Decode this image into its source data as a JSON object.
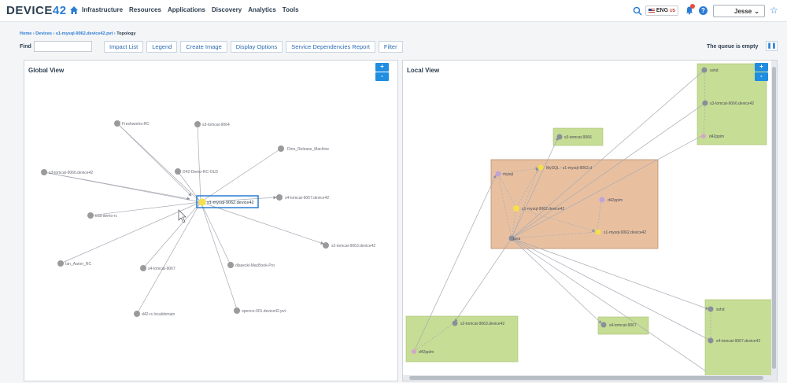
{
  "header": {
    "logo_text": "DEVICE",
    "logo_num": "42",
    "nav": [
      "Infrastructure",
      "Resources",
      "Applications",
      "Discovery",
      "Analytics",
      "Tools"
    ],
    "lang": "ENG",
    "lang_region": "US",
    "user": "Jesse"
  },
  "breadcrumb": {
    "home": "Home",
    "devices": "Devices",
    "device": "s1-mysql-9062.device42.pvt",
    "current": "Topology"
  },
  "find": {
    "label": "Find",
    "value": ""
  },
  "toolbar": [
    "Impact List",
    "Legend",
    "Create Image",
    "Display Options",
    "Service Dependencies Report",
    "Filter"
  ],
  "queue_text": "The queue is empty",
  "global_view": {
    "title": "Global View",
    "zoom_in": "+",
    "zoom_out": "-",
    "center": {
      "label": "s1-mysql-9062.device42"
    },
    "nodes": [
      {
        "label": "Freshworks-RC"
      },
      {
        "label": "s3-tomcat-9064"
      },
      {
        "label": "Dino_Release_Machine"
      },
      {
        "label": "s3-tomcat-9066.device42"
      },
      {
        "label": "D42-Demo-RC-OLD"
      },
      {
        "label": "s4-tomcat-9067.device42"
      },
      {
        "label": "trial-demo-rc"
      },
      {
        "label": "s2-tomcat-9063.device42"
      },
      {
        "label": "Ian_Aaron_RC"
      },
      {
        "label": "s4-tomcat-9067"
      },
      {
        "label": "dlasecki-MacBook-Pro"
      },
      {
        "label": "d42-rc.localdomain"
      },
      {
        "label": "openco-001.device42.pvt"
      }
    ]
  },
  "local_view": {
    "title": "Local View",
    "zoom_in": "+",
    "zoom_out": "-",
    "labels": {
      "sshd_top": "sshd",
      "tomcat_9066": "s3-tomcat-9066.device42",
      "d42ppim_top": "d42ppim",
      "s3_tomcat_9066": "s3-tomcat-9066",
      "mysql": "mysql",
      "mysql_db": "MySQL - s1-mysql-9062.d",
      "s1_mysql_left": "s1-mysql-9062.device42",
      "d42ppim_mid": "d42ppim",
      "s1_mysql_right": "s1-mysql-9062.device42",
      "java": "java",
      "s2_tomcat": "s2-tomcat-9063.device42",
      "d42ppim_bottom": "d42ppim",
      "s4_tomcat_9067": "s4-tomcat-9067",
      "sshd_bottom": "sshd",
      "s4_tomcat_device": "s4-tomcat-9067.device42"
    }
  },
  "colors": {
    "accent": "#1f8de0",
    "node": "#9a9a9a",
    "edge": "#a7aab4",
    "group_green": "#c6dd95",
    "group_orange": "#e8c0a0",
    "highlight": "#2b7cd3",
    "yellow_node": "#f5e04a"
  }
}
